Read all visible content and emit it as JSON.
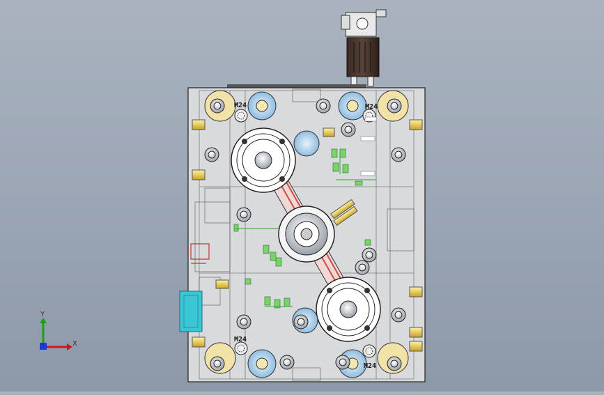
{
  "labels": {
    "m24_top_left": "M24",
    "m24_top_right": "M24",
    "m24_bottom_left": "M24",
    "m24_bottom_right": "M24"
  },
  "triad": {
    "x_label": "X",
    "y_label": "Y"
  },
  "colors": {
    "background_top": "#a9b3c0",
    "background_bottom": "#8e99a8",
    "plate": "#d8dade",
    "bolt_blue": "#9ec8e6",
    "fitting_yellow": "#e8c84a",
    "green_part": "#7ad36a",
    "red_rail": "#d04a4a",
    "cyan_block": "#3bc6d6"
  },
  "icons": [
    "m24-threaded-insert-icon",
    "bolt-head-icon",
    "cooling-fitting-icon",
    "axis-triad-icon"
  ]
}
